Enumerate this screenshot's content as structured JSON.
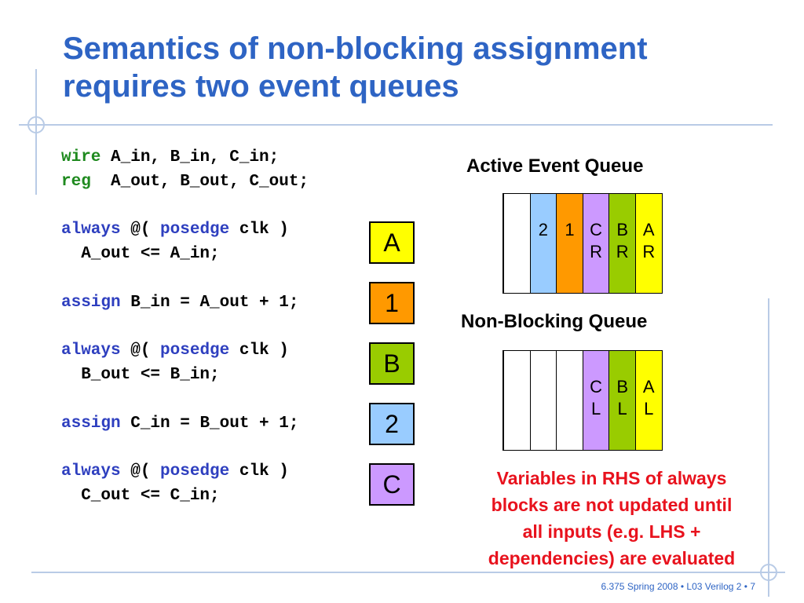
{
  "title_line1": "Semantics of non-blocking assignment",
  "title_line2": "requires two event queues",
  "code": [
    [
      {
        "t": "wire",
        "c": "green"
      },
      {
        "t": " A_in, B_in, C_in;",
        "c": ""
      }
    ],
    [
      {
        "t": "reg",
        "c": "green"
      },
      {
        "t": "  A_out, B_out, C_out;",
        "c": ""
      }
    ],
    [],
    [
      {
        "t": "always",
        "c": "blue"
      },
      {
        "t": " @( ",
        "c": ""
      },
      {
        "t": "posedge",
        "c": "blue"
      },
      {
        "t": " clk )",
        "c": ""
      }
    ],
    [
      {
        "t": "  A_out <= A_in;",
        "c": ""
      }
    ],
    [],
    [
      {
        "t": "assign",
        "c": "blue"
      },
      {
        "t": " B_in = A_out + 1;",
        "c": ""
      }
    ],
    [],
    [
      {
        "t": "always",
        "c": "blue"
      },
      {
        "t": " @( ",
        "c": ""
      },
      {
        "t": "posedge",
        "c": "blue"
      },
      {
        "t": " clk )",
        "c": ""
      }
    ],
    [
      {
        "t": "  B_out <= B_in;",
        "c": ""
      }
    ],
    [],
    [
      {
        "t": "assign",
        "c": "blue"
      },
      {
        "t": " C_in = B_out + 1;",
        "c": ""
      }
    ],
    [],
    [
      {
        "t": "always",
        "c": "blue"
      },
      {
        "t": " @( ",
        "c": ""
      },
      {
        "t": "posedge",
        "c": "blue"
      },
      {
        "t": " clk )",
        "c": ""
      }
    ],
    [
      {
        "t": "  C_out <= C_in;",
        "c": ""
      }
    ]
  ],
  "colors": {
    "keyword_green": "#1f8a1f",
    "keyword_blue": "#2e3fbf",
    "title": "#2e64c4",
    "note": "#e8121d",
    "orange": "#ff9900",
    "green": "#99cc00",
    "blue": "#99ccff",
    "purple": "#cc99ff",
    "yellow": "#ffff00"
  },
  "boxes": [
    {
      "label": "A",
      "color": "#ffff00"
    },
    {
      "label": "1",
      "color": "#ff9900"
    },
    {
      "label": "B",
      "color": "#99cc00"
    },
    {
      "label": "2",
      "color": "#99ccff"
    },
    {
      "label": "C",
      "color": "#cc99ff"
    }
  ],
  "active_queue": {
    "label": "Active Event Queue",
    "slots": [
      {
        "lines": [],
        "color": "#ffffff"
      },
      {
        "lines": [
          "2"
        ],
        "color": "#99ccff"
      },
      {
        "lines": [
          "1"
        ],
        "color": "#ff9900"
      },
      {
        "lines": [
          "C",
          "R"
        ],
        "color": "#cc99ff"
      },
      {
        "lines": [
          "B",
          "R"
        ],
        "color": "#99cc00"
      },
      {
        "lines": [
          "A",
          "R"
        ],
        "color": "#ffff00"
      }
    ]
  },
  "nonblocking_queue": {
    "label": "Non-Blocking Queue",
    "slots": [
      {
        "lines": [],
        "color": "#ffffff"
      },
      {
        "lines": [],
        "color": "#ffffff"
      },
      {
        "lines": [],
        "color": "#ffffff"
      },
      {
        "lines": [
          "C",
          "L"
        ],
        "color": "#cc99ff"
      },
      {
        "lines": [
          "B",
          "L"
        ],
        "color": "#99cc00"
      },
      {
        "lines": [
          "A",
          "L"
        ],
        "color": "#ffff00"
      }
    ]
  },
  "note": [
    "Variables in RHS of always",
    "blocks are not updated until",
    "all inputs (e.g. LHS +",
    "dependencies) are evaluated"
  ],
  "footer": "6.375 Spring 2008 • L03 Verilog 2 • 7"
}
